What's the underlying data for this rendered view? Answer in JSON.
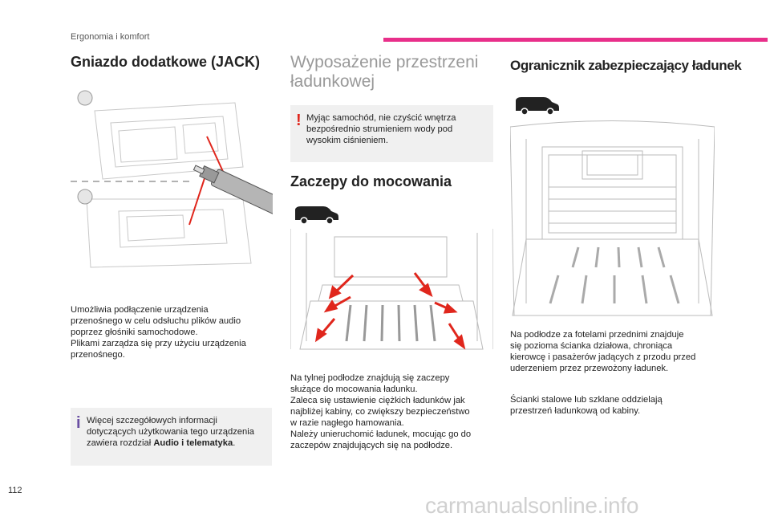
{
  "header": {
    "section": "Ergonomia i komfort",
    "page_number": "112"
  },
  "watermark": "carmanualsonline.info",
  "left": {
    "title": "Gniazdo dodatkowe (JACK)",
    "body_lines": [
      "Umożliwia podłączenie urządzenia",
      "przenośnego w celu odsłuchu plików audio",
      "poprzez głośniki samochodowe.",
      "Plikami zarządza się przy użyciu urządzenia",
      "przenośnego."
    ],
    "info_lines": [
      "Więcej szczegółowych informacji",
      "dotyczących użytkowania tego urządzenia",
      "zawiera rozdział"
    ],
    "info_bold": "Audio i telematyka",
    "info_end": ".",
    "info_mark": "i"
  },
  "middle": {
    "title_lines": [
      "Wyposażenie przestrzeni",
      "ładunkowej"
    ],
    "warning_lines": [
      "Myjąc samochód, nie czyścić wnętrza",
      "bezpośrednio strumieniem wody pod",
      "wysokim ciśnieniem."
    ],
    "warning_mark": "!",
    "subtitle": "Zaczepy do mocowania",
    "body_lines": [
      "Na tylnej podłodze znajdują się zaczepy",
      "służące do mocowania ładunku.",
      "Zaleca się ustawienie ciężkich ładunków jak",
      "najbliżej kabiny, co zwiększy bezpieczeństwo",
      "w razie nagłego hamowania.",
      "Należy unieruchomić ładunek, mocując go do",
      "zaczepów znajdujących się na podłodze."
    ]
  },
  "right": {
    "title": "Ogranicznik zabezpieczający ładunek",
    "body1_lines": [
      "Na podłodze za fotelami przednimi znajduje",
      "się pozioma ścianka działowa, chroniąca",
      "kierowcę i pasażerów jadących z przodu przed",
      "uderzeniem przez przewożony ładunek."
    ],
    "body2_lines": [
      "Ścianki stalowe lub szklane oddzielają",
      "przestrzeń ładunkową od kabiny."
    ]
  },
  "colors": {
    "accent": "#e82f8a",
    "warning": "#e0261c",
    "info": "#6a4fa3"
  }
}
